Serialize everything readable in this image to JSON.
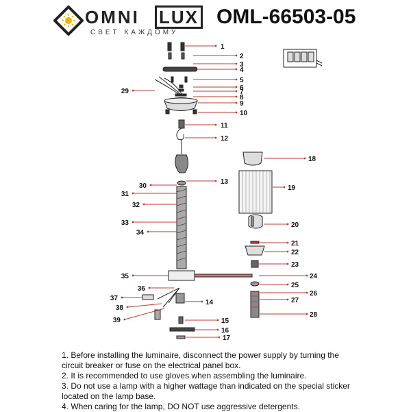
{
  "brand": {
    "name_part1": "OMNI",
    "name_part2": "LUX",
    "tagline": "СВЕТ КАЖДОМУ",
    "logo_icon": "diamond-sun-icon"
  },
  "model": "OML-66503-05",
  "colors": {
    "callout_line": "#c0392b",
    "drawing": "#222222"
  },
  "parts": [
    {
      "id": "1",
      "label": "1"
    },
    {
      "id": "2",
      "label": "2"
    },
    {
      "id": "3",
      "label": "3"
    },
    {
      "id": "4",
      "label": "4"
    },
    {
      "id": "5",
      "label": "5"
    },
    {
      "id": "6",
      "label": "6"
    },
    {
      "id": "7",
      "label": "7"
    },
    {
      "id": "8",
      "label": "8"
    },
    {
      "id": "9",
      "label": "9"
    },
    {
      "id": "10",
      "label": "10"
    },
    {
      "id": "11",
      "label": "11"
    },
    {
      "id": "12",
      "label": "12"
    },
    {
      "id": "13",
      "label": "13"
    },
    {
      "id": "14",
      "label": "14"
    },
    {
      "id": "15",
      "label": "15"
    },
    {
      "id": "16",
      "label": "16"
    },
    {
      "id": "17",
      "label": "17"
    },
    {
      "id": "18",
      "label": "18"
    },
    {
      "id": "19",
      "label": "19"
    },
    {
      "id": "20",
      "label": "20"
    },
    {
      "id": "21",
      "label": "21"
    },
    {
      "id": "22",
      "label": "22"
    },
    {
      "id": "23",
      "label": "23"
    },
    {
      "id": "24",
      "label": "24"
    },
    {
      "id": "25",
      "label": "25"
    },
    {
      "id": "26",
      "label": "26"
    },
    {
      "id": "27",
      "label": "27"
    },
    {
      "id": "28",
      "label": "28"
    },
    {
      "id": "29",
      "label": "29"
    },
    {
      "id": "30",
      "label": "30"
    },
    {
      "id": "31",
      "label": "31"
    },
    {
      "id": "32",
      "label": "32"
    },
    {
      "id": "33",
      "label": "33"
    },
    {
      "id": "34",
      "label": "34"
    },
    {
      "id": "35",
      "label": "35"
    },
    {
      "id": "36",
      "label": "36"
    },
    {
      "id": "37",
      "label": "37"
    },
    {
      "id": "38",
      "label": "38"
    },
    {
      "id": "39",
      "label": "39"
    }
  ],
  "instructions": [
    "1. Before installing the luminaire, disconnect the power supply by turning the circuit breaker or fuse on the electrical panel box.",
    "2. It is recommended to use gloves when assembling the luminaire.",
    "3. Do not use a lamp with a higher wattage than indicated on the special sticker located on the lamp base.",
    "4. When caring for the lamp, DO NOT use aggressive detergents."
  ]
}
